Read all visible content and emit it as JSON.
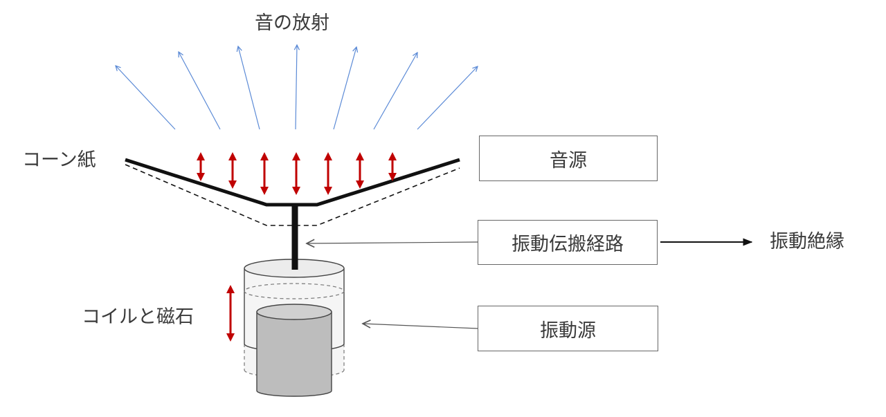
{
  "labels": {
    "sound_radiation": "音の放射",
    "cone_paper": "コーン紙",
    "coil_magnet": "コイルと磁石",
    "vibration_insulation": "振動絶縁"
  },
  "boxes": {
    "sound_source": "音源",
    "vibration_path": "振動伝搬経路",
    "vibration_source": "振動源"
  },
  "colors": {
    "radiation_arrow": "#5b8ad6",
    "vibration_arrow": "#c00000",
    "structure": "#111111",
    "leader": "#555555"
  }
}
